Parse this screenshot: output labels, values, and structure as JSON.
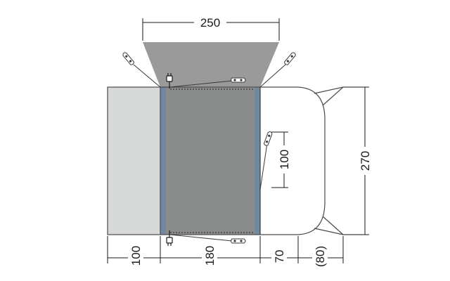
{
  "dimensions": {
    "canopy_width": "250",
    "side_length": "270",
    "inner_panel_length": "100",
    "left_section_width": "100",
    "center_section_width": "180",
    "right_section_width": "70",
    "rear_extension_width": "(80)"
  },
  "colors": {
    "canopy": "#9a9a9a",
    "left_section": "#d7d9d8",
    "center_section": "#8b8d8c",
    "blue_strip": "#7189a0",
    "right_section": "#ffffff",
    "outline": "#4a4a4a"
  }
}
